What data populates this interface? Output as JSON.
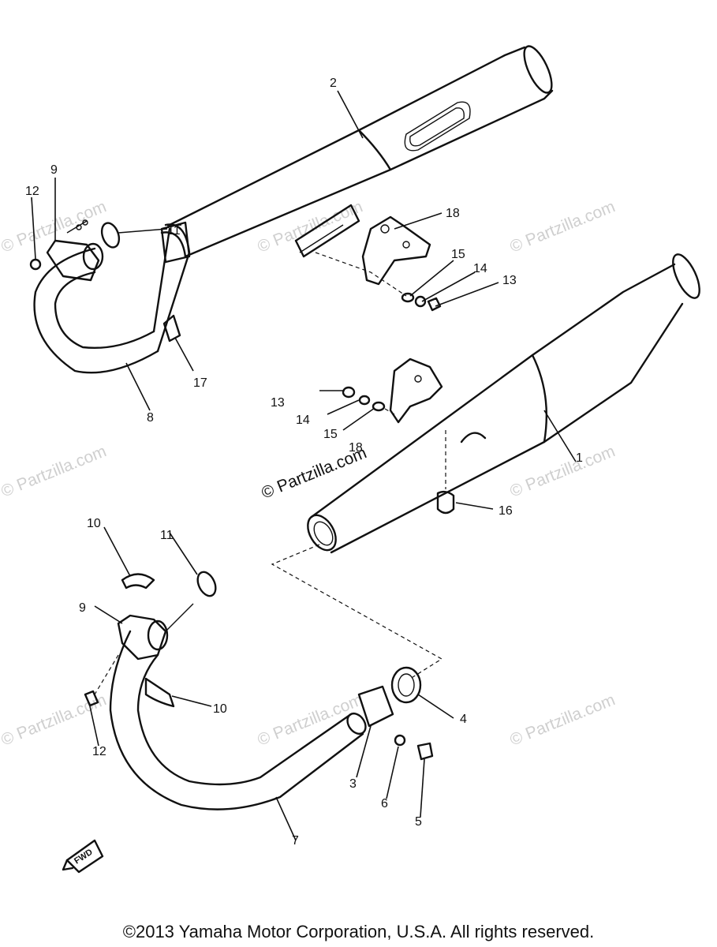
{
  "watermark": "© Partzilla.com",
  "fwd_label": "FWD",
  "callouts": {
    "c1": "1",
    "c2": "2",
    "c3": "3",
    "c4": "4",
    "c5": "5",
    "c6": "6",
    "c7": "7",
    "c8": "8",
    "c9_top": "9",
    "c9_bottom": "9",
    "c10_top": "10",
    "c10_bottom": "10",
    "c11_top": "11",
    "c11_bottom": "11",
    "c12_top": "12",
    "c12_bottom": "12",
    "c13_right": "13",
    "c13_left": "13",
    "c14_right": "14",
    "c14_left": "14",
    "c15_right": "15",
    "c15_left": "15",
    "c16": "16",
    "c17": "17",
    "c18_right": "18",
    "c18_left": "18"
  },
  "copyright": "©2013  Yamaha Motor Corporation, U.S.A. All rights reserved."
}
